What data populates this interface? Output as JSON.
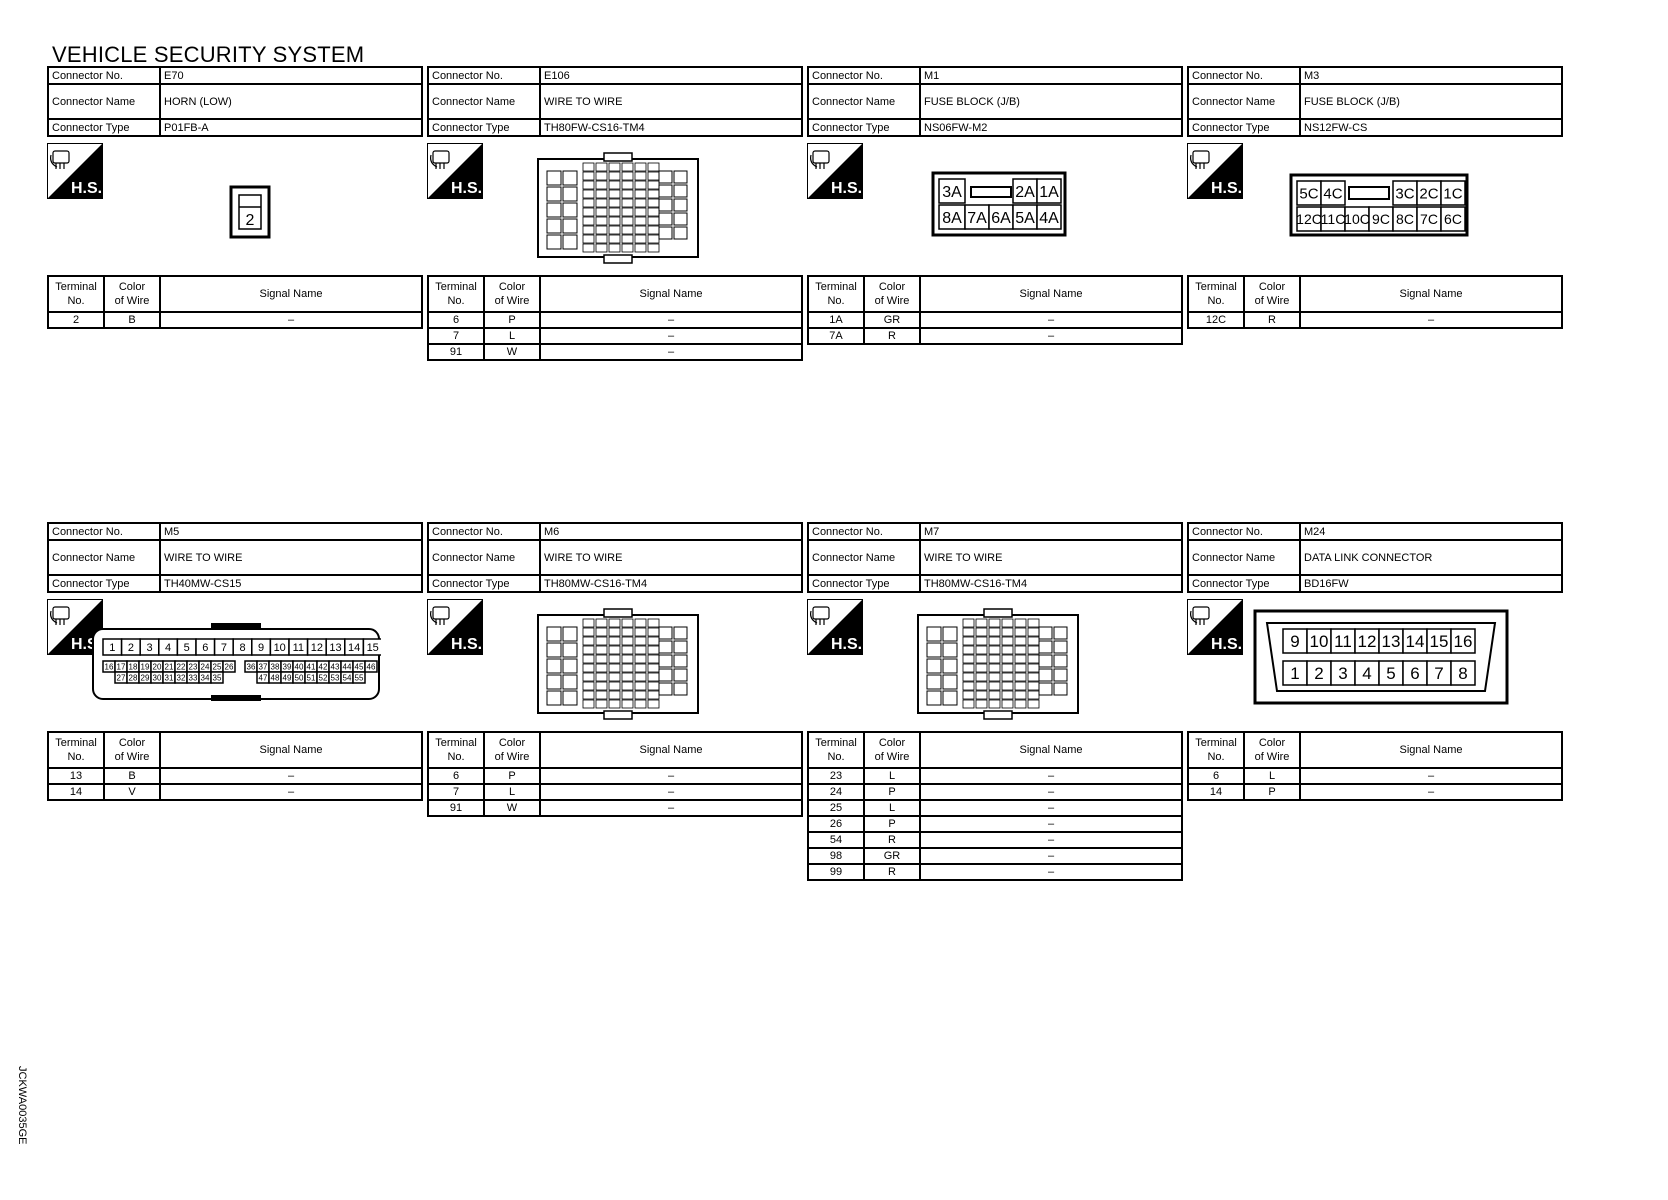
{
  "title": "VEHICLE SECURITY SYSTEM",
  "side_code": "JCKWA0035GE",
  "labels": {
    "connector_no": "Connector No.",
    "connector_name": "Connector Name",
    "connector_type": "Connector Type",
    "terminal_no_1": "Terminal",
    "terminal_no_2": "No.",
    "color_1": "Color",
    "color_2": "of Wire",
    "signal_name": "Signal Name",
    "hs": "H.S."
  },
  "connectors": [
    {
      "no": "E70",
      "name": "HORN (LOW)",
      "type": "P01FB-A",
      "rows": [
        {
          "t": "2",
          "c": "B",
          "s": "–"
        }
      ]
    },
    {
      "no": "E106",
      "name": "WIRE TO WIRE",
      "type": "TH80FW-CS16-TM4",
      "rows": [
        {
          "t": "6",
          "c": "P",
          "s": "–"
        },
        {
          "t": "7",
          "c": "L",
          "s": "–"
        },
        {
          "t": "91",
          "c": "W",
          "s": "–"
        }
      ]
    },
    {
      "no": "M1",
      "name": "FUSE BLOCK (J/B)",
      "type": "NS06FW-M2",
      "rows": [
        {
          "t": "1A",
          "c": "GR",
          "s": "–"
        },
        {
          "t": "7A",
          "c": "R",
          "s": "–"
        }
      ]
    },
    {
      "no": "M3",
      "name": "FUSE BLOCK (J/B)",
      "type": "NS12FW-CS",
      "rows": [
        {
          "t": "12C",
          "c": "R",
          "s": "–"
        }
      ]
    },
    {
      "no": "M5",
      "name": "WIRE TO WIRE",
      "type": "TH40MW-CS15",
      "rows": [
        {
          "t": "13",
          "c": "B",
          "s": "–"
        },
        {
          "t": "14",
          "c": "V",
          "s": "–"
        }
      ]
    },
    {
      "no": "M6",
      "name": "WIRE TO WIRE",
      "type": "TH80MW-CS16-TM4",
      "rows": [
        {
          "t": "6",
          "c": "P",
          "s": "–"
        },
        {
          "t": "7",
          "c": "L",
          "s": "–"
        },
        {
          "t": "91",
          "c": "W",
          "s": "–"
        }
      ]
    },
    {
      "no": "M7",
      "name": "WIRE TO WIRE",
      "type": "TH80MW-CS16-TM4",
      "rows": [
        {
          "t": "23",
          "c": "L",
          "s": "–"
        },
        {
          "t": "24",
          "c": "P",
          "s": "–"
        },
        {
          "t": "25",
          "c": "L",
          "s": "–"
        },
        {
          "t": "26",
          "c": "P",
          "s": "–"
        },
        {
          "t": "54",
          "c": "R",
          "s": "–"
        },
        {
          "t": "98",
          "c": "GR",
          "s": "–"
        },
        {
          "t": "99",
          "c": "R",
          "s": "–"
        }
      ]
    },
    {
      "no": "M24",
      "name": "DATA LINK CONNECTOR",
      "type": "BD16FW",
      "rows": [
        {
          "t": "6",
          "c": "L",
          "s": "–"
        },
        {
          "t": "14",
          "c": "P",
          "s": "–"
        }
      ]
    }
  ],
  "pins": {
    "e70": [
      "2"
    ],
    "m1_top": [
      "3A",
      "2A",
      "1A"
    ],
    "m1_bottom": [
      "8A",
      "7A",
      "6A",
      "5A",
      "4A"
    ],
    "m3_top": [
      "5C",
      "4C",
      "3C",
      "2C",
      "1C"
    ],
    "m3_bottom": [
      "12C",
      "11C",
      "10C",
      "9C",
      "8C",
      "7C",
      "6C"
    ],
    "m5_top": [
      "1",
      "2",
      "3",
      "4",
      "5",
      "6",
      "7",
      "8",
      "9",
      "10",
      "11",
      "12",
      "13",
      "14",
      "15"
    ],
    "m5_mid": [
      "16",
      "17",
      "18",
      "19",
      "20",
      "21",
      "22",
      "23",
      "24",
      "25",
      "26",
      "36",
      "37",
      "38",
      "39",
      "40",
      "41",
      "42",
      "43",
      "44",
      "45",
      "46"
    ],
    "m5_bot": [
      "27",
      "28",
      "29",
      "30",
      "31",
      "32",
      "33",
      "34",
      "35",
      "47",
      "48",
      "49",
      "50",
      "51",
      "52",
      "53",
      "54",
      "55"
    ],
    "m24_top": [
      "9",
      "10",
      "11",
      "12",
      "13",
      "14",
      "15",
      "16"
    ],
    "m24_bottom": [
      "1",
      "2",
      "3",
      "4",
      "5",
      "6",
      "7",
      "8"
    ]
  }
}
